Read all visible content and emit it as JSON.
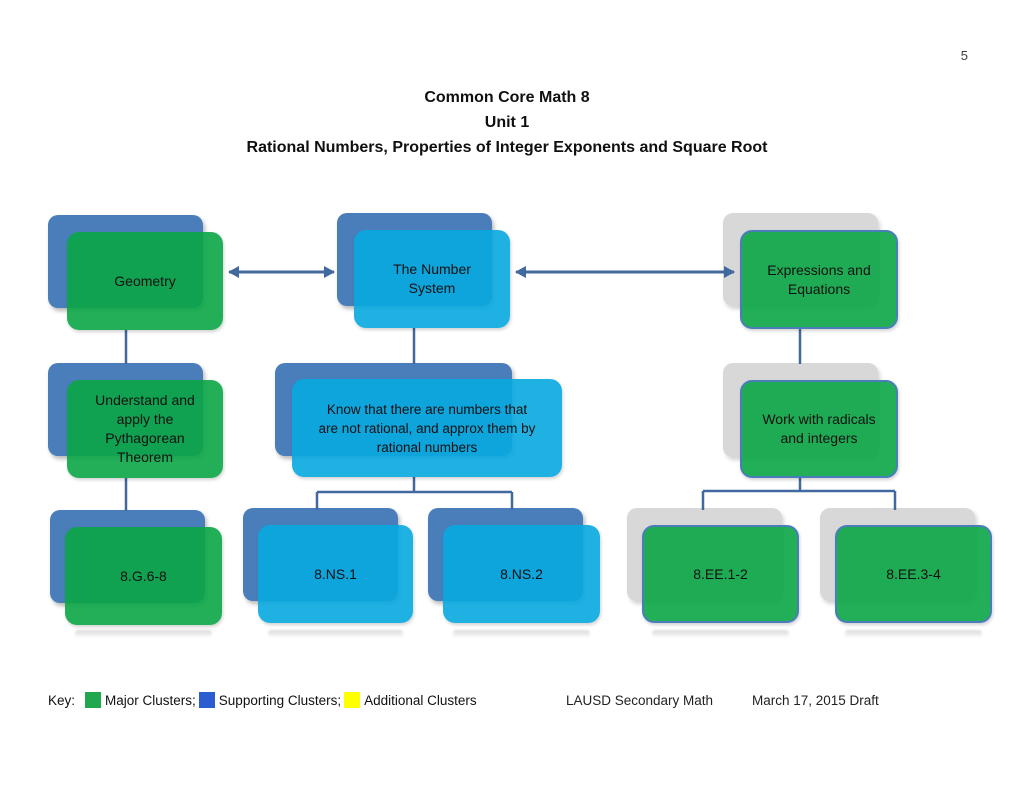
{
  "page_number": "5",
  "title": {
    "line1": "Common Core Math 8",
    "line2": "Unit 1",
    "line3": "Rational Numbers, Properties of Integer Exponents and Square Root"
  },
  "diagram": {
    "nodes": {
      "geometry": {
        "label": "Geometry",
        "cluster": "major"
      },
      "number_system": {
        "label": "The Number System",
        "cluster": "supporting"
      },
      "expressions_equations": {
        "label": "Expressions and Equations",
        "cluster": "major"
      },
      "pythagorean": {
        "label": "Understand and apply the Pythagorean Theorem",
        "cluster": "major"
      },
      "know_numbers": {
        "label": "Know that there are numbers that are not rational, and approx them by rational numbers",
        "cluster": "supporting"
      },
      "radicals": {
        "label": "Work with radicals and integers",
        "cluster": "major"
      },
      "std_g": {
        "label": "8.G.6-8",
        "cluster": "major"
      },
      "std_ns1": {
        "label": "8.NS.1",
        "cluster": "supporting"
      },
      "std_ns2": {
        "label": "8.NS.2",
        "cluster": "supporting"
      },
      "std_ee12": {
        "label": "8.EE.1-2",
        "cluster": "major"
      },
      "std_ee34": {
        "label": "8.EE.3-4",
        "cluster": "major"
      }
    },
    "palette": {
      "steel_blue": "#4a7ebb",
      "shadow_gray": "#d8d8d8",
      "major_green": "rgba(10,166,70,0.9)",
      "supporting_cyan": "rgba(8,168,224,0.9)",
      "connector_blue": "#42699f"
    }
  },
  "key": {
    "label": "Key:",
    "items": [
      {
        "label": "Major Clusters;",
        "color": "#1fa84e"
      },
      {
        "label": "Supporting Clusters;",
        "color": "#2b5cd0"
      },
      {
        "label": "Additional Clusters",
        "color": "#ffff00"
      }
    ]
  },
  "footer": {
    "org": "LAUSD Secondary Math",
    "date": "March 17, 2015 Draft"
  }
}
